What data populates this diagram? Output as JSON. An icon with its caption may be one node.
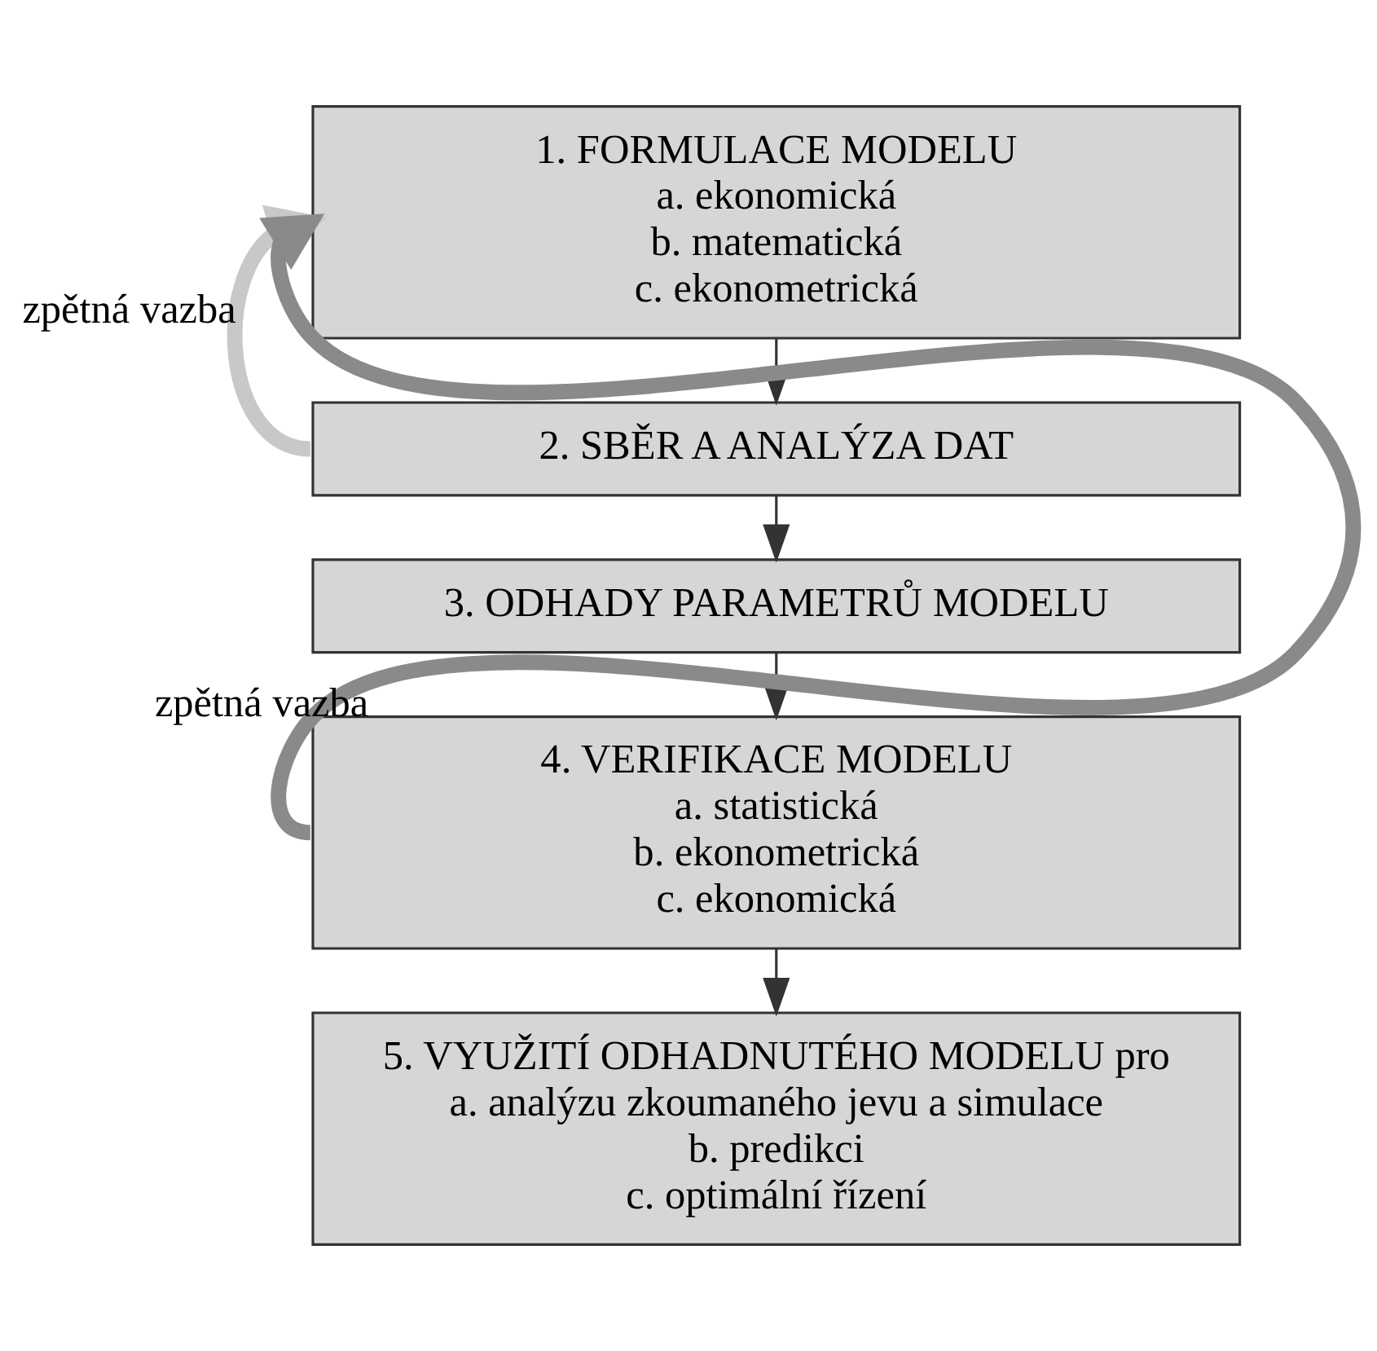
{
  "diagram": {
    "nodes": [
      {
        "text": [
          "1. FORMULACE MODELU",
          "a. ekonomická",
          "b. matematická",
          "c. ekonometrická"
        ]
      },
      {
        "text": [
          "2. SBĚR A ANALÝZA DAT"
        ]
      },
      {
        "text": [
          "3. ODHADY PARAMETRŮ MODELU"
        ]
      },
      {
        "text": [
          "4. VERIFIKACE MODELU",
          "a. statistická",
          "b. ekonometrická",
          "c. ekonomická"
        ]
      },
      {
        "text": [
          "5. VYUŽITÍ ODHADNUTÉHO MODELU pro",
          "a. analýzu zkoumaného jevu a simulace",
          "b. predikci",
          "c. optimální řízení"
        ]
      }
    ],
    "edges": [
      {
        "from": 0,
        "to": 1,
        "arrow": "to"
      },
      {
        "from": 1,
        "to": 2,
        "arrow": "to"
      },
      {
        "from": 2,
        "to": 3,
        "arrow": "to"
      },
      {
        "from": 3,
        "to": 4,
        "arrow": "to"
      },
      {
        "from": 1,
        "to": 0,
        "arrow": "to",
        "label": "zpětná vazba",
        "style": "thick",
        "color": "#c8c8c8"
      },
      {
        "from": 3,
        "to": 0,
        "arrow": "to",
        "label": "zpětná vazba",
        "style": "thick",
        "color": "#8a8a8a"
      }
    ]
  }
}
